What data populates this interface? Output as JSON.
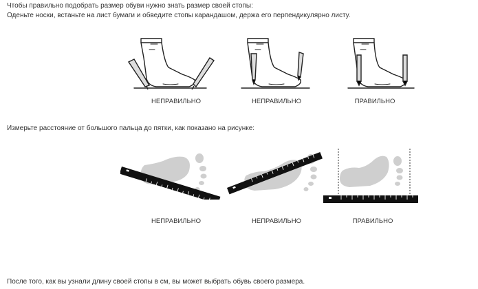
{
  "intro": {
    "line1": "Чтобы правильно подобрать размер обуви нужно знать размер своей стопы:",
    "line2": "Оденьте носки, встаньте на лист бумаги и обведите стопы карандашом, держа его перпендикулярно листу."
  },
  "pencil_figures": [
    {
      "caption": "НЕПРАВИЛЬНО"
    },
    {
      "caption": "НЕПРАВИЛЬНО"
    },
    {
      "caption": "ПРАВИЛЬНО"
    }
  ],
  "measure_instruction": "Измерьте расстояние от большого пальца до пятки, как показано на рисунке:",
  "ruler_figures": [
    {
      "caption": "НЕПРАВИЛЬНО"
    },
    {
      "caption": "НЕПРАВИЛЬНО"
    },
    {
      "caption": "ПРАВИЛЬНО"
    }
  ],
  "footer": "После того, как вы узнали длину своей стопы в см, вы может выбрать обувь своего размера.",
  "colors": {
    "text": "#333333",
    "line_art": "#222222",
    "footprint": "#cfcfcf",
    "ruler": "#111111"
  }
}
